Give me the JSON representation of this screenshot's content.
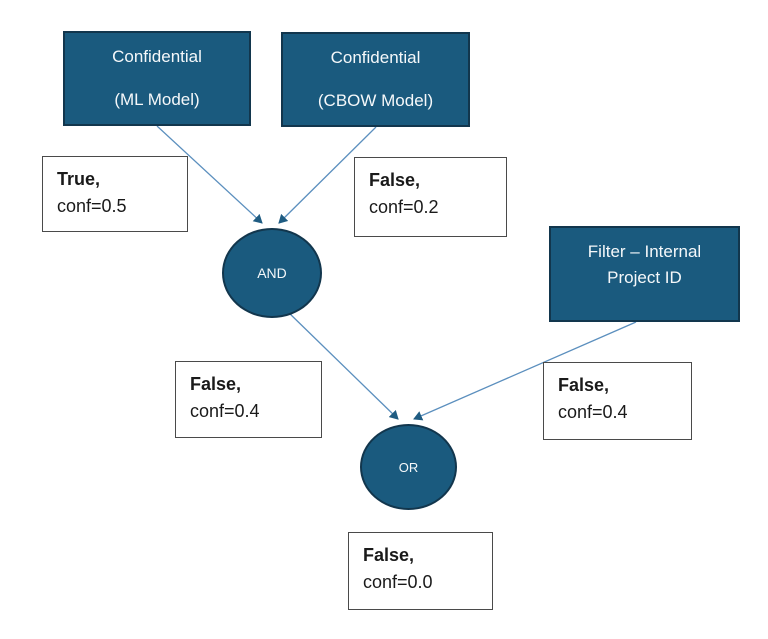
{
  "diagram": {
    "nodes": {
      "ml": {
        "line1": "Confidential",
        "line2": "(ML Model)"
      },
      "cbow": {
        "line1": "Confidential",
        "line2": "(CBOW Model)"
      },
      "filter": {
        "line1": "Filter – Internal",
        "line2": "Project ID"
      },
      "and_gate": {
        "label": "AND"
      },
      "or_gate": {
        "label": "OR"
      }
    },
    "labels": {
      "ml_output": {
        "value": "True,",
        "conf": "conf=0.5"
      },
      "cbow_output": {
        "value": "False,",
        "conf": "conf=0.2"
      },
      "and_output": {
        "value": "False,",
        "conf": "conf=0.4"
      },
      "filter_output": {
        "value": "False,",
        "conf": "conf=0.4"
      },
      "or_output": {
        "value": "False,",
        "conf": "conf=0.0"
      }
    },
    "colors": {
      "node_fill": "#1a5a7e",
      "node_border": "#12364d",
      "node_text": "#f5f8fa",
      "connector": "#5b8fbe",
      "arrowhead": "#1f5c82",
      "label_border": "#4a4a4a",
      "label_text": "#1a1a1a",
      "background": "#ffffff"
    }
  }
}
